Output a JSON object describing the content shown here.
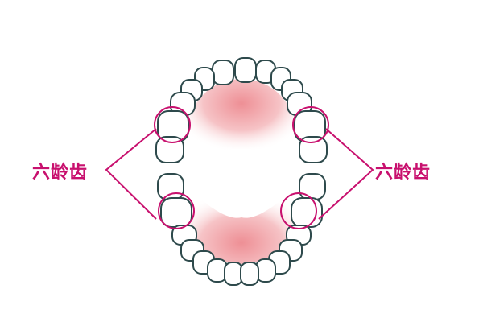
{
  "diagram": {
    "subject": "dental arch (upper and lower jaw)",
    "labels": {
      "left": "六龄齿",
      "right": "六龄齿"
    },
    "colors": {
      "accent": "#c8106e",
      "tooth_outline": "#2e4a4c",
      "gum": "#ee8f95",
      "background": "#ffffff"
    },
    "highlighted_teeth": [
      "upper-left-first-molar",
      "upper-right-first-molar",
      "lower-left-first-molar",
      "lower-right-first-molar"
    ]
  }
}
